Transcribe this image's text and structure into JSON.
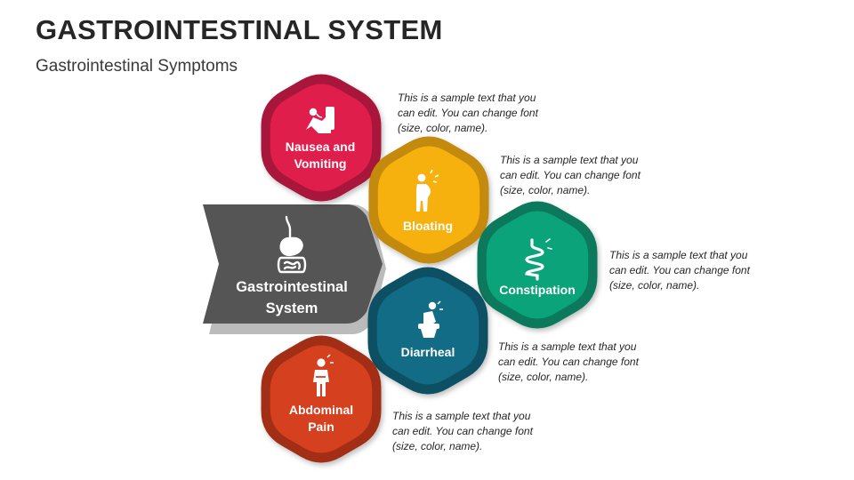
{
  "title": "GASTROINTESTINAL SYSTEM",
  "subtitle": "Gastrointestinal Symptoms",
  "center": {
    "label_line1": "Gastrointestinal",
    "label_line2": "System",
    "icon": "digestive-system-icon"
  },
  "items": [
    {
      "label_line1": "Nausea and",
      "label_line2": "Vomiting",
      "color": "#E01E4B",
      "ring": "#A8153A",
      "icon": "vomiting-person-icon",
      "description": "This is a sample text that you can edit. You can change font (size, color, name)."
    },
    {
      "label_line1": "Bloating",
      "label_line2": "",
      "color": "#F6B10E",
      "ring": "#C48A08",
      "icon": "bloating-person-icon",
      "description": "This is a sample text that you can edit. You can change font (size, color, name)."
    },
    {
      "label_line1": "Constipation",
      "label_line2": "",
      "color": "#0BA37A",
      "ring": "#08795B",
      "icon": "intestine-icon",
      "description": "This is a sample text that you can edit. You can change font (size, color, name)."
    },
    {
      "label_line1": "Diarrheal",
      "label_line2": "",
      "color": "#136C86",
      "ring": "#0D4F63",
      "icon": "toilet-person-icon",
      "description": "This is a sample text that you can edit. You can change font (size, color, name)."
    },
    {
      "label_line1": "Abdominal",
      "label_line2": "Pain",
      "color": "#D5401F",
      "ring": "#A32D14",
      "icon": "abdominal-pain-person-icon",
      "description": "This is a sample text that you can edit. You can change font (size, color, name)."
    }
  ]
}
